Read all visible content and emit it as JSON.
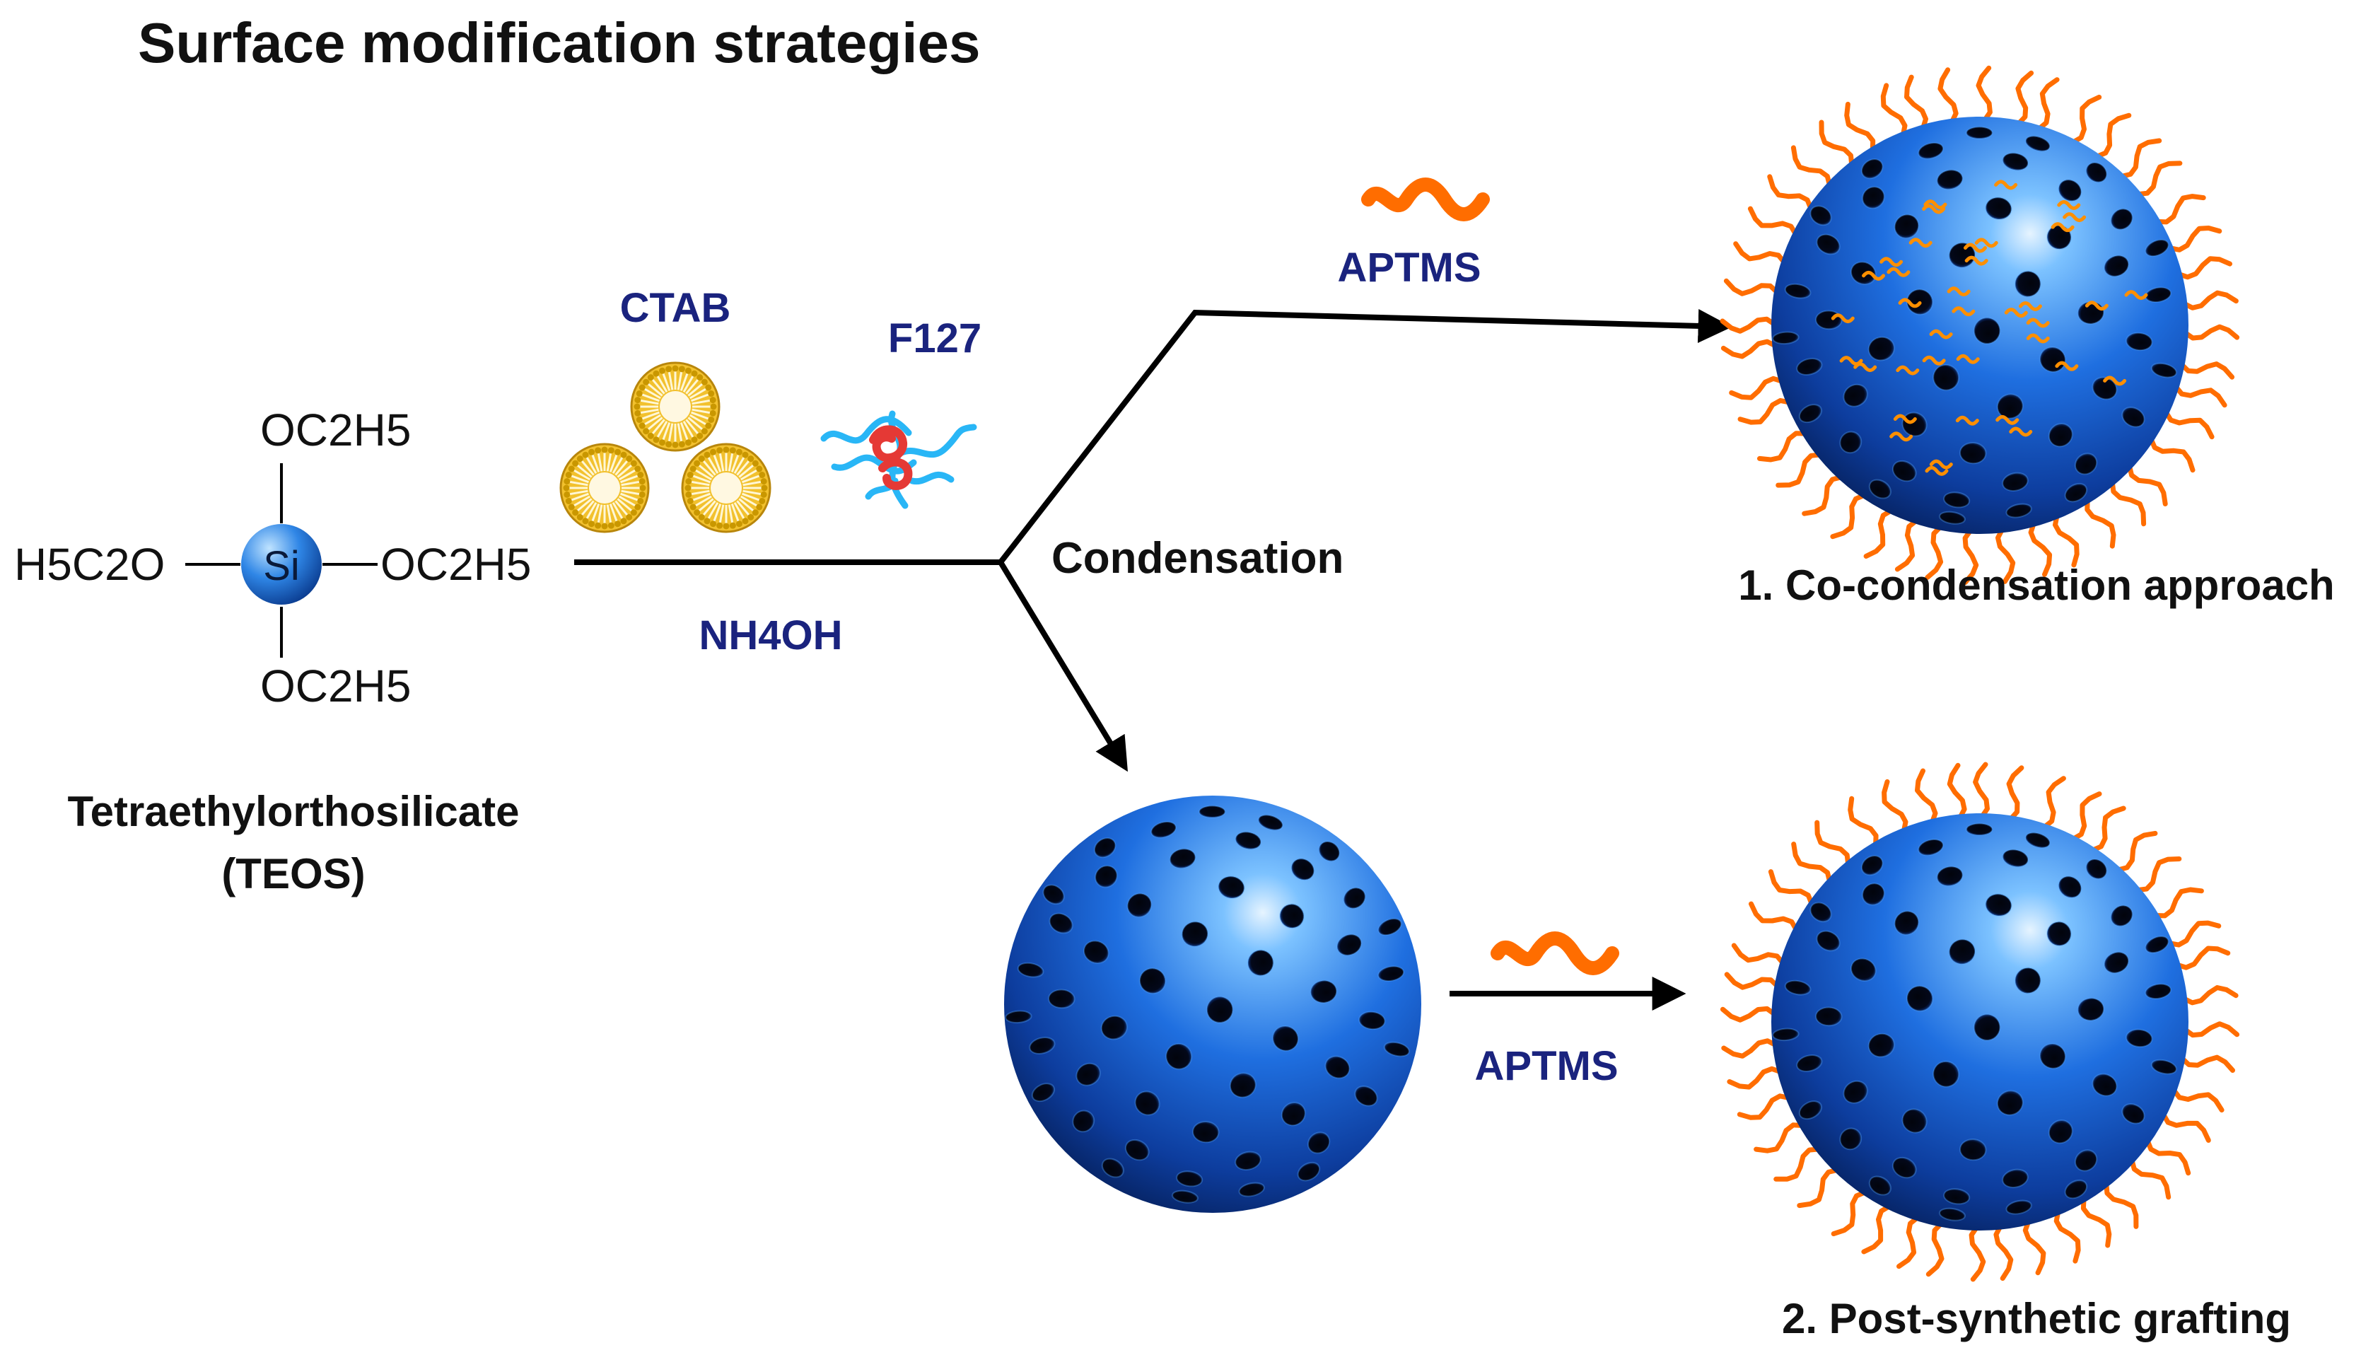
{
  "title": "Surface modification strategies",
  "teos": {
    "si_label": "Si",
    "top": "OC2H5",
    "left": "H5C2O",
    "right": "OC2H5",
    "bottom": "OC2H5",
    "name": "Tetraethylorthosilicate",
    "abbr": "(TEOS)"
  },
  "reagents": {
    "ctab": "CTAB",
    "f127": "F127",
    "nh4oh": "NH4OH"
  },
  "step": {
    "condensation": "Condensation",
    "aptms_top": "APTMS",
    "aptms_bottom": "APTMS"
  },
  "results": {
    "approach_1": "1. Co-condensation approach",
    "approach_2": "2. Post-synthetic grafting"
  },
  "colors": {
    "arrow": "#000000",
    "label_blue": "#1a237e",
    "sphere_blue": "#1565c0",
    "aptms_orange": "#ff6d00",
    "ctab_gold": "#f2c12e"
  },
  "icons": {
    "ctab": "micelle-icon",
    "f127": "polymer-coil-icon",
    "aptms": "wavy-chain-icon",
    "particle": "mesoporous-sphere-icon"
  }
}
